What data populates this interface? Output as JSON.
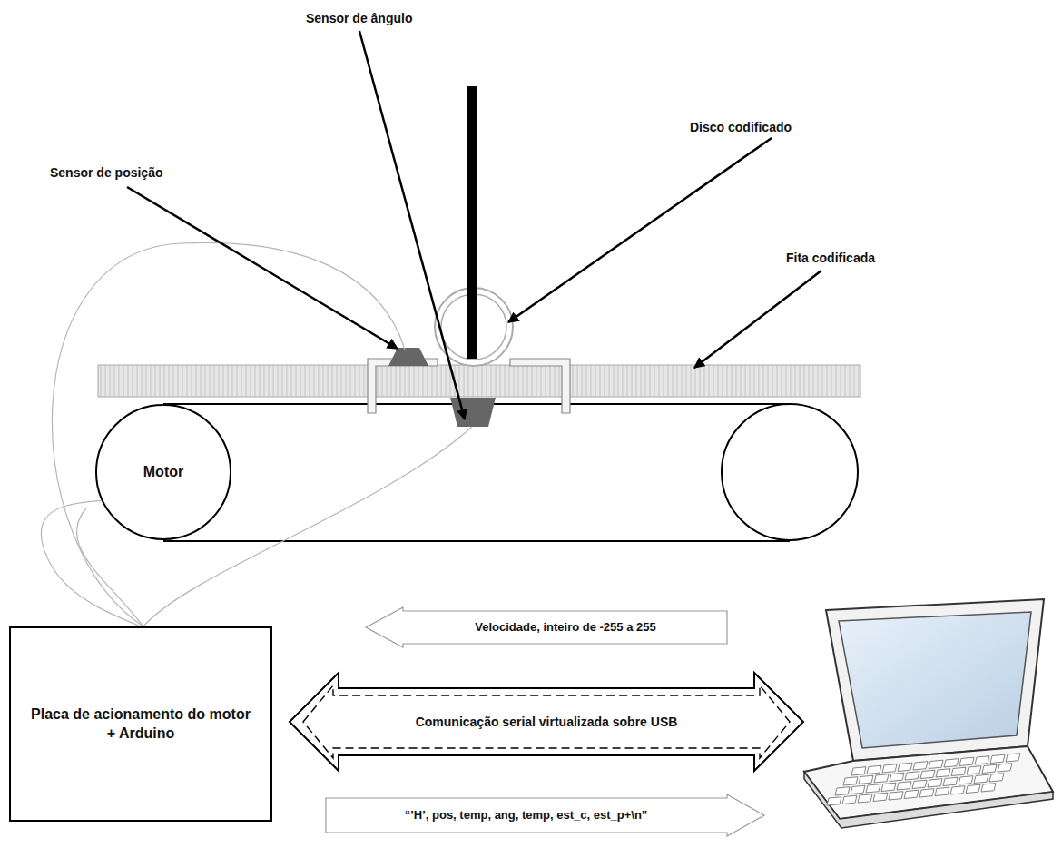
{
  "diagram": {
    "nodes": [
      {
        "text": [
          "Motor"
        ]
      },
      {
        "text": [
          "Placa de acionamento do motor + Arduino"
        ]
      },
      {
        "text": [
          "Velocidade,  inteiro de -255 a 255"
        ]
      },
      {
        "text": [
          "Comunicação serial virtualizada sobre USB"
        ]
      },
      {
        "text": [
          "“’H’, pos, temp, ang, temp, est_c, est_p+\\n”"
        ]
      }
    ],
    "edges": [
      {
        "from": 1,
        "to": 0,
        "arrow": "none"
      }
    ],
    "labels": [
      "Sensor de ângulo",
      "Disco codificado",
      "Sensor de posição",
      "Fita codificada"
    ]
  }
}
